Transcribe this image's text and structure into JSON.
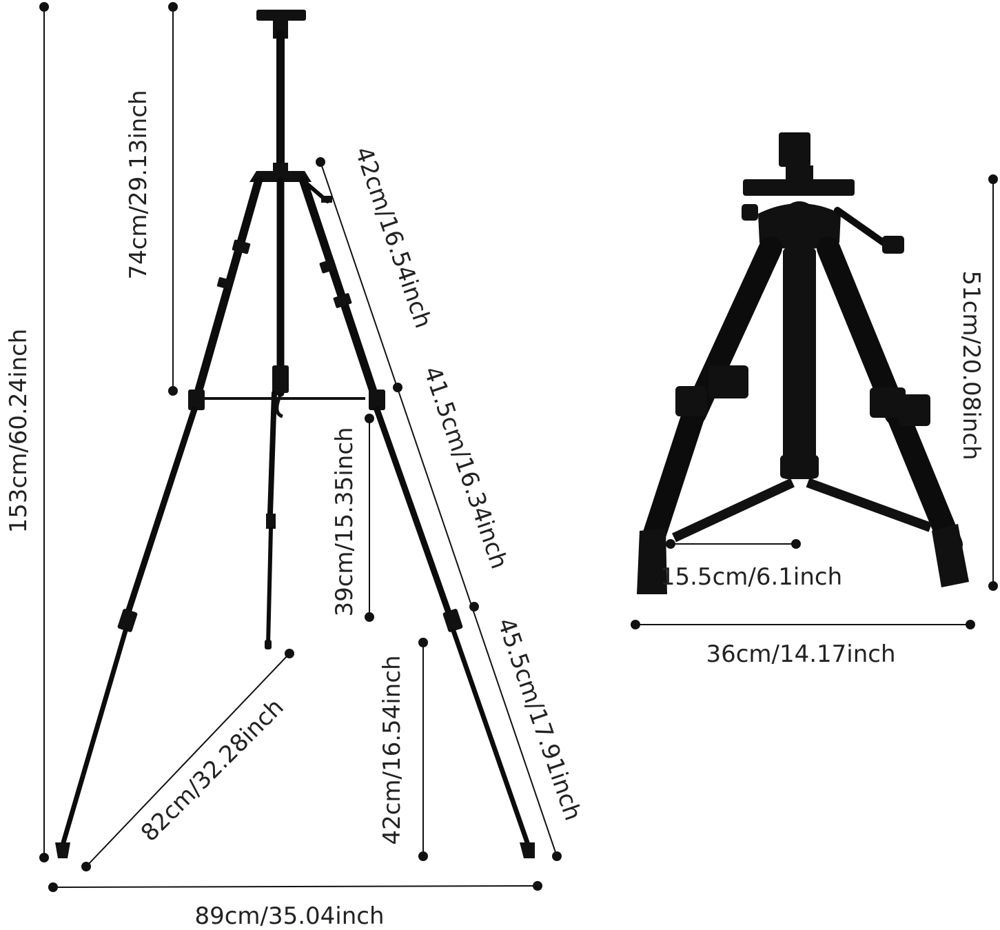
{
  "colors": {
    "background": "#ffffff",
    "product": "#111111",
    "dimension_line": "#111111",
    "text": "#222222"
  },
  "easel_full": {
    "dimensions": {
      "total_height": "153cm/60.24inch",
      "center_pole": "74cm/29.13inch",
      "leg_upper": "42cm/16.54inch",
      "leg_middle": "41.5cm/16.34inch",
      "leg_lower": "45.5cm/17.91inch",
      "rear_leg_mid": "39cm/15.35inch",
      "rear_leg_low": "42cm/16.54inch",
      "leg_spread_diagonal": "82cm/32.28inch",
      "base_width": "89cm/35.04inch"
    }
  },
  "easel_folded": {
    "dimensions": {
      "height": "51cm/20.08inch",
      "brace": "15.5cm/6.1inch",
      "width": "36cm/14.17inch"
    }
  }
}
